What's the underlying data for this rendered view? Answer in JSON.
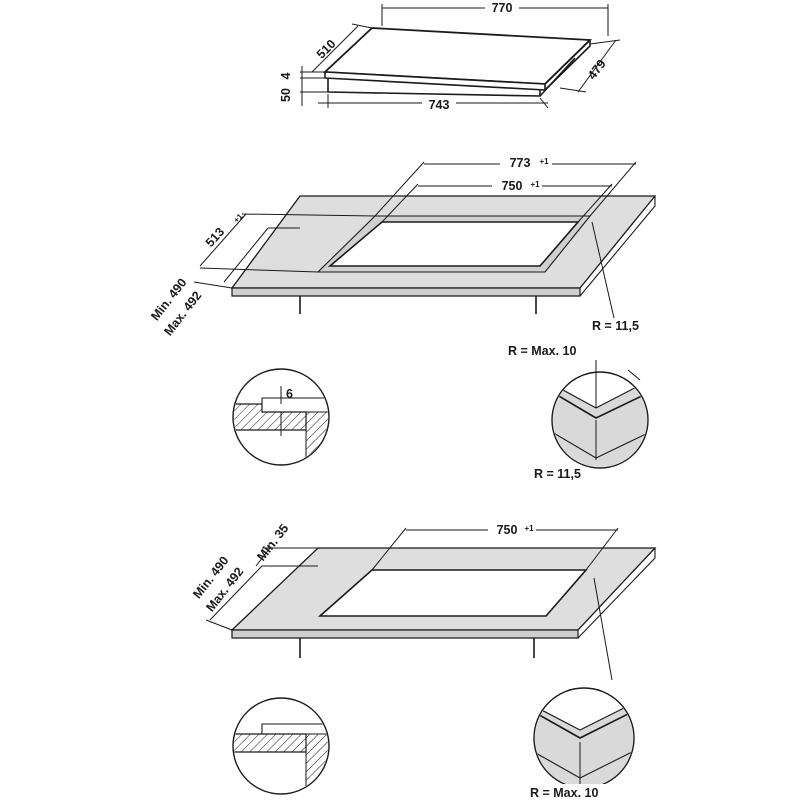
{
  "hob_dims": {
    "width_top": "770",
    "depth_side": "510",
    "height_a": "50",
    "height_b": "4",
    "width_bottom": "743",
    "depth_right": "479"
  },
  "cutout_1": {
    "outer_width": "773",
    "outer_width_tol": "+1",
    "inner_width": "750",
    "inner_width_tol": "+1",
    "depth": "513",
    "depth_tol": "+1",
    "min_depth": "Min. 490",
    "max_depth": "Max. 492",
    "radius_right": "R = 11,5"
  },
  "detail_1": {
    "step": "6",
    "radius_max": "R = Max. 10",
    "radius_inner": "R = 11,5"
  },
  "cutout_2": {
    "width": "750",
    "width_tol": "+1",
    "min_depth": "Min. 490",
    "max_depth": "Max. 492",
    "min_edge": "Min. 35"
  },
  "detail_2": {
    "radius_max": "R = Max. 10"
  }
}
